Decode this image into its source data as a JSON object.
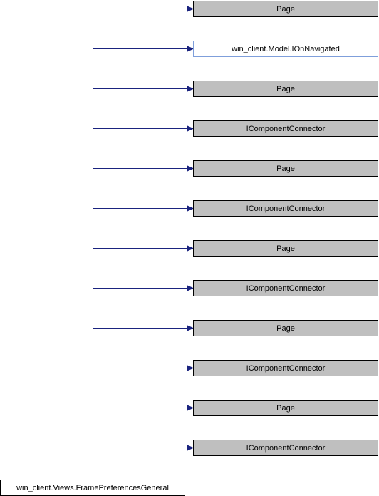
{
  "diagram": {
    "type": "inheritance-graph",
    "main_class": {
      "label": "win_client.Views.FramePreferencesGeneral",
      "style": "main"
    },
    "parents": [
      {
        "label": "Page",
        "style": "gray"
      },
      {
        "label": "win_client.Model.IOnNavigated",
        "style": "linked"
      },
      {
        "label": "Page",
        "style": "gray"
      },
      {
        "label": "IComponentConnector",
        "style": "gray"
      },
      {
        "label": "Page",
        "style": "gray"
      },
      {
        "label": "IComponentConnector",
        "style": "gray"
      },
      {
        "label": "Page",
        "style": "gray"
      },
      {
        "label": "IComponentConnector",
        "style": "gray"
      },
      {
        "label": "Page",
        "style": "gray"
      },
      {
        "label": "IComponentConnector",
        "style": "gray"
      },
      {
        "label": "Page",
        "style": "gray"
      },
      {
        "label": "IComponentConnector",
        "style": "gray"
      }
    ],
    "colors": {
      "edge": "#1a237e",
      "gray_fill": "#bfbfbf",
      "linked_border": "#7f9fdb",
      "text": "#000000"
    }
  }
}
